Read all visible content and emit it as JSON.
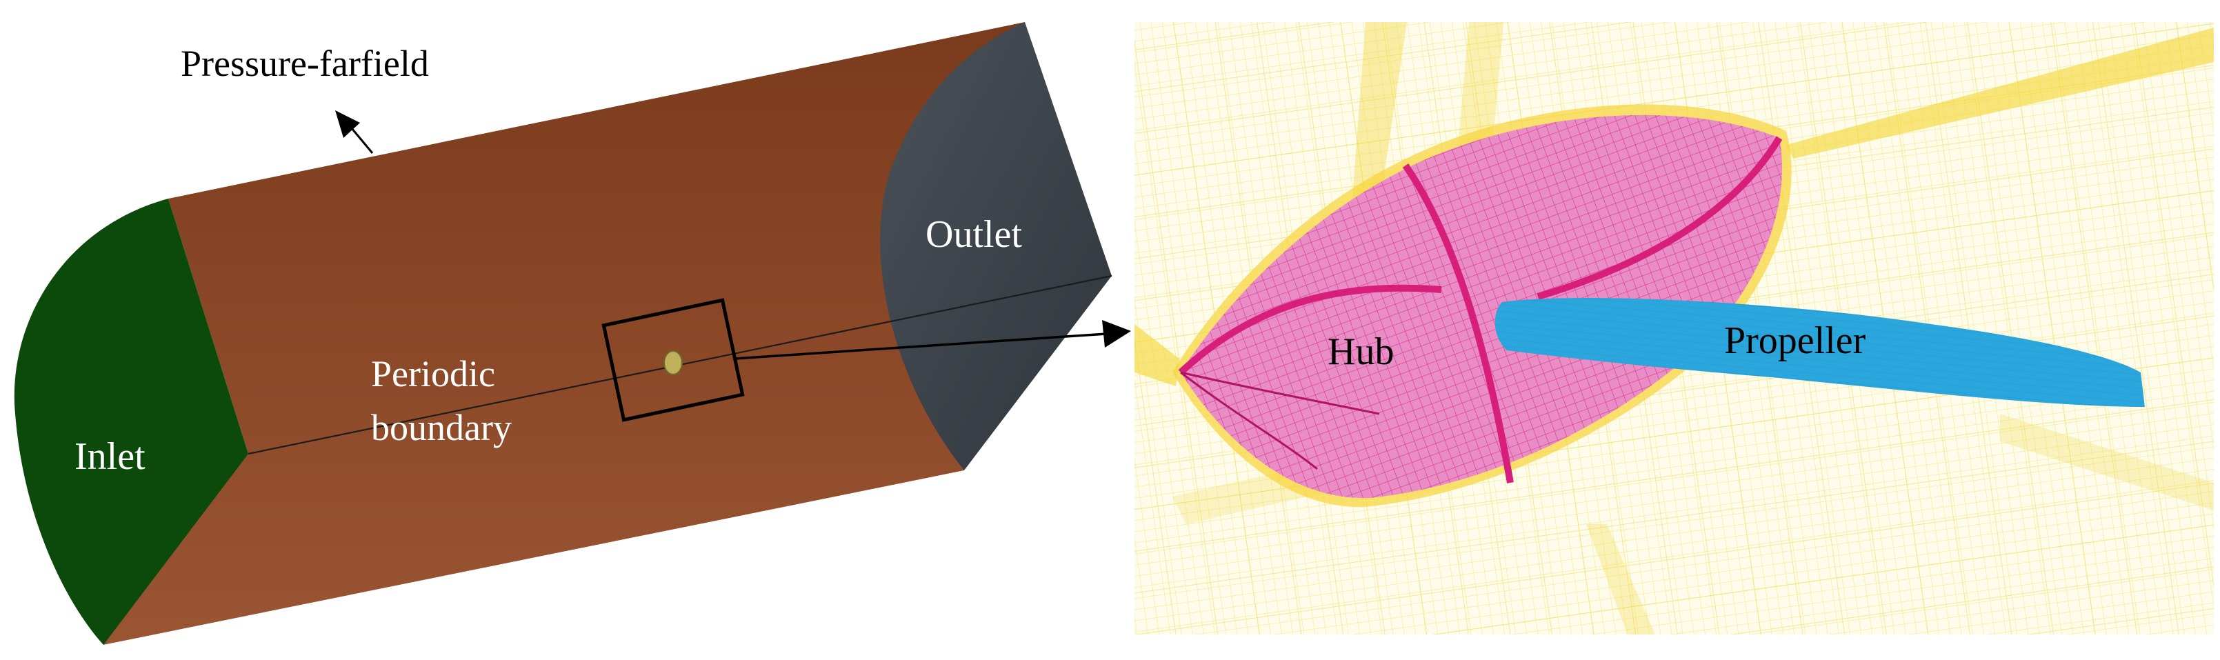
{
  "left_panel": {
    "labels": {
      "pressure_farfield": "Pressure-farfield",
      "outlet": "Outlet",
      "periodic_line1": "Periodic",
      "periodic_line2": "boundary",
      "inlet": "Inlet"
    },
    "colors": {
      "farfield_surface": "#7f3f1f",
      "farfield_surface_light": "#96502f",
      "inlet_face": "#0b4a0b",
      "outlet_face": "#3e454d",
      "edge_line": "#1c1c1c"
    }
  },
  "right_panel": {
    "labels": {
      "hub": "Hub",
      "propeller": "Propeller"
    },
    "colors": {
      "background_mesh": "#f2e38a",
      "mesh_dense": "#f5d320",
      "hub_mesh": "#e0389b",
      "hub_fill": "#e98dc6",
      "propeller": "#2aa6dc"
    }
  }
}
